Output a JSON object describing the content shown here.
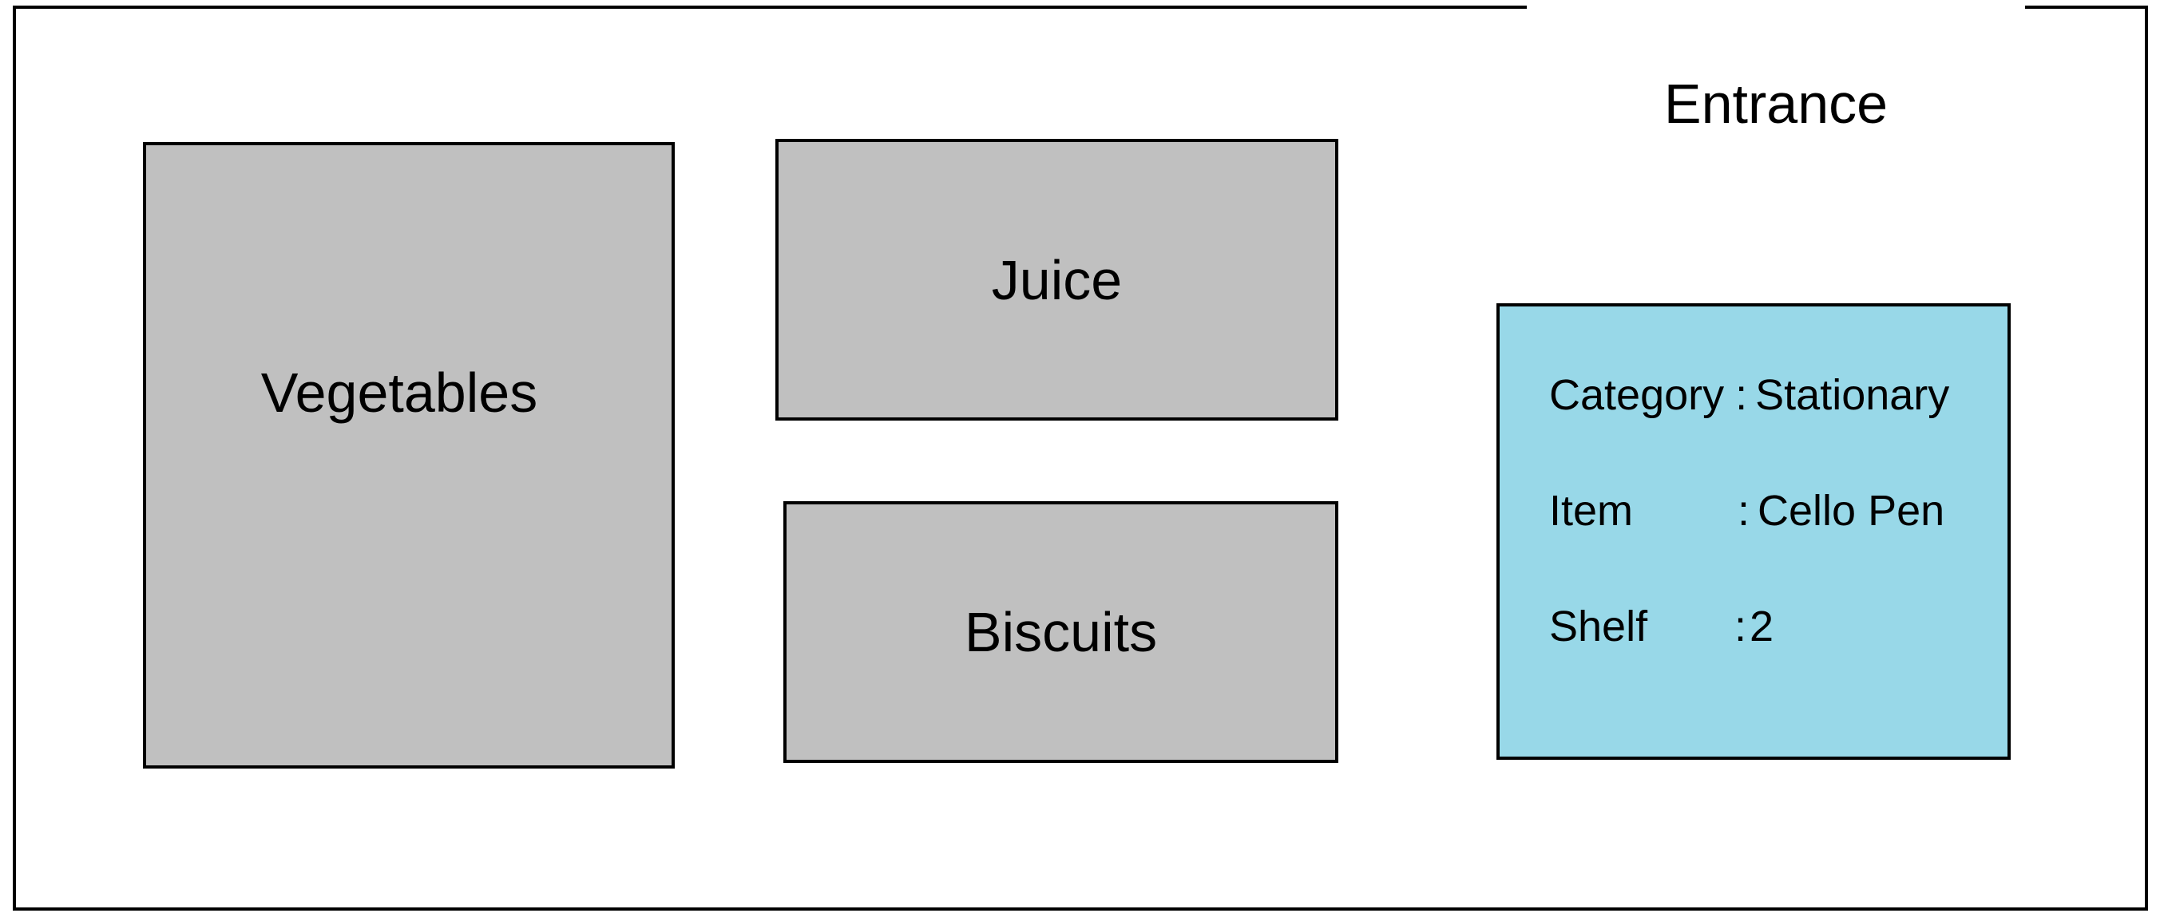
{
  "entrance": {
    "label": "Entrance"
  },
  "shelves": [
    {
      "label": "Vegetables"
    },
    {
      "label": "Juice"
    },
    {
      "label": "Biscuits"
    }
  ],
  "info_panel": {
    "category": {
      "label": "Category",
      "separator": ":",
      "value": "Stationary"
    },
    "item": {
      "label": "Item",
      "separator": ":",
      "value": "Cello Pen"
    },
    "shelf": {
      "label": "Shelf",
      "separator": ":",
      "value": "2"
    }
  },
  "colors": {
    "shelf_fill": "#c0c0c0",
    "info_panel_fill": "#98d8e8",
    "outline": "#000000",
    "background": "#ffffff"
  }
}
